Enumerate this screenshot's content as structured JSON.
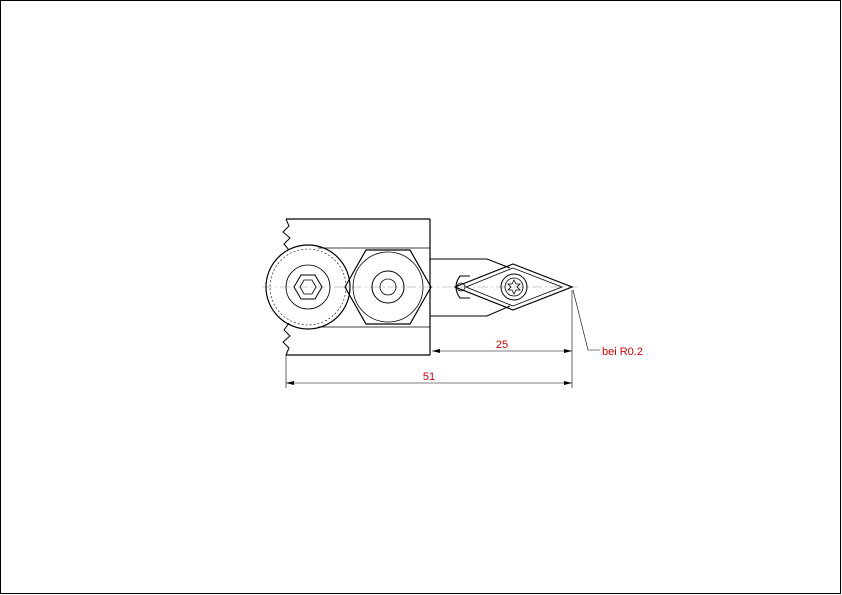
{
  "drawing": {
    "dimension_overall": "51",
    "dimension_insert": "25",
    "note_radius": "bei R0.2"
  },
  "colors": {
    "line": "#000000",
    "dimension_text": "#d40000",
    "dimension_line": "#000000",
    "centerline": "#999999",
    "background": "#ffffff"
  },
  "icons": {
    "screw_left": "hex-socket-screw-icon",
    "screw_middle": "hex-nut-icon",
    "screw_insert": "torx-screw-icon"
  }
}
